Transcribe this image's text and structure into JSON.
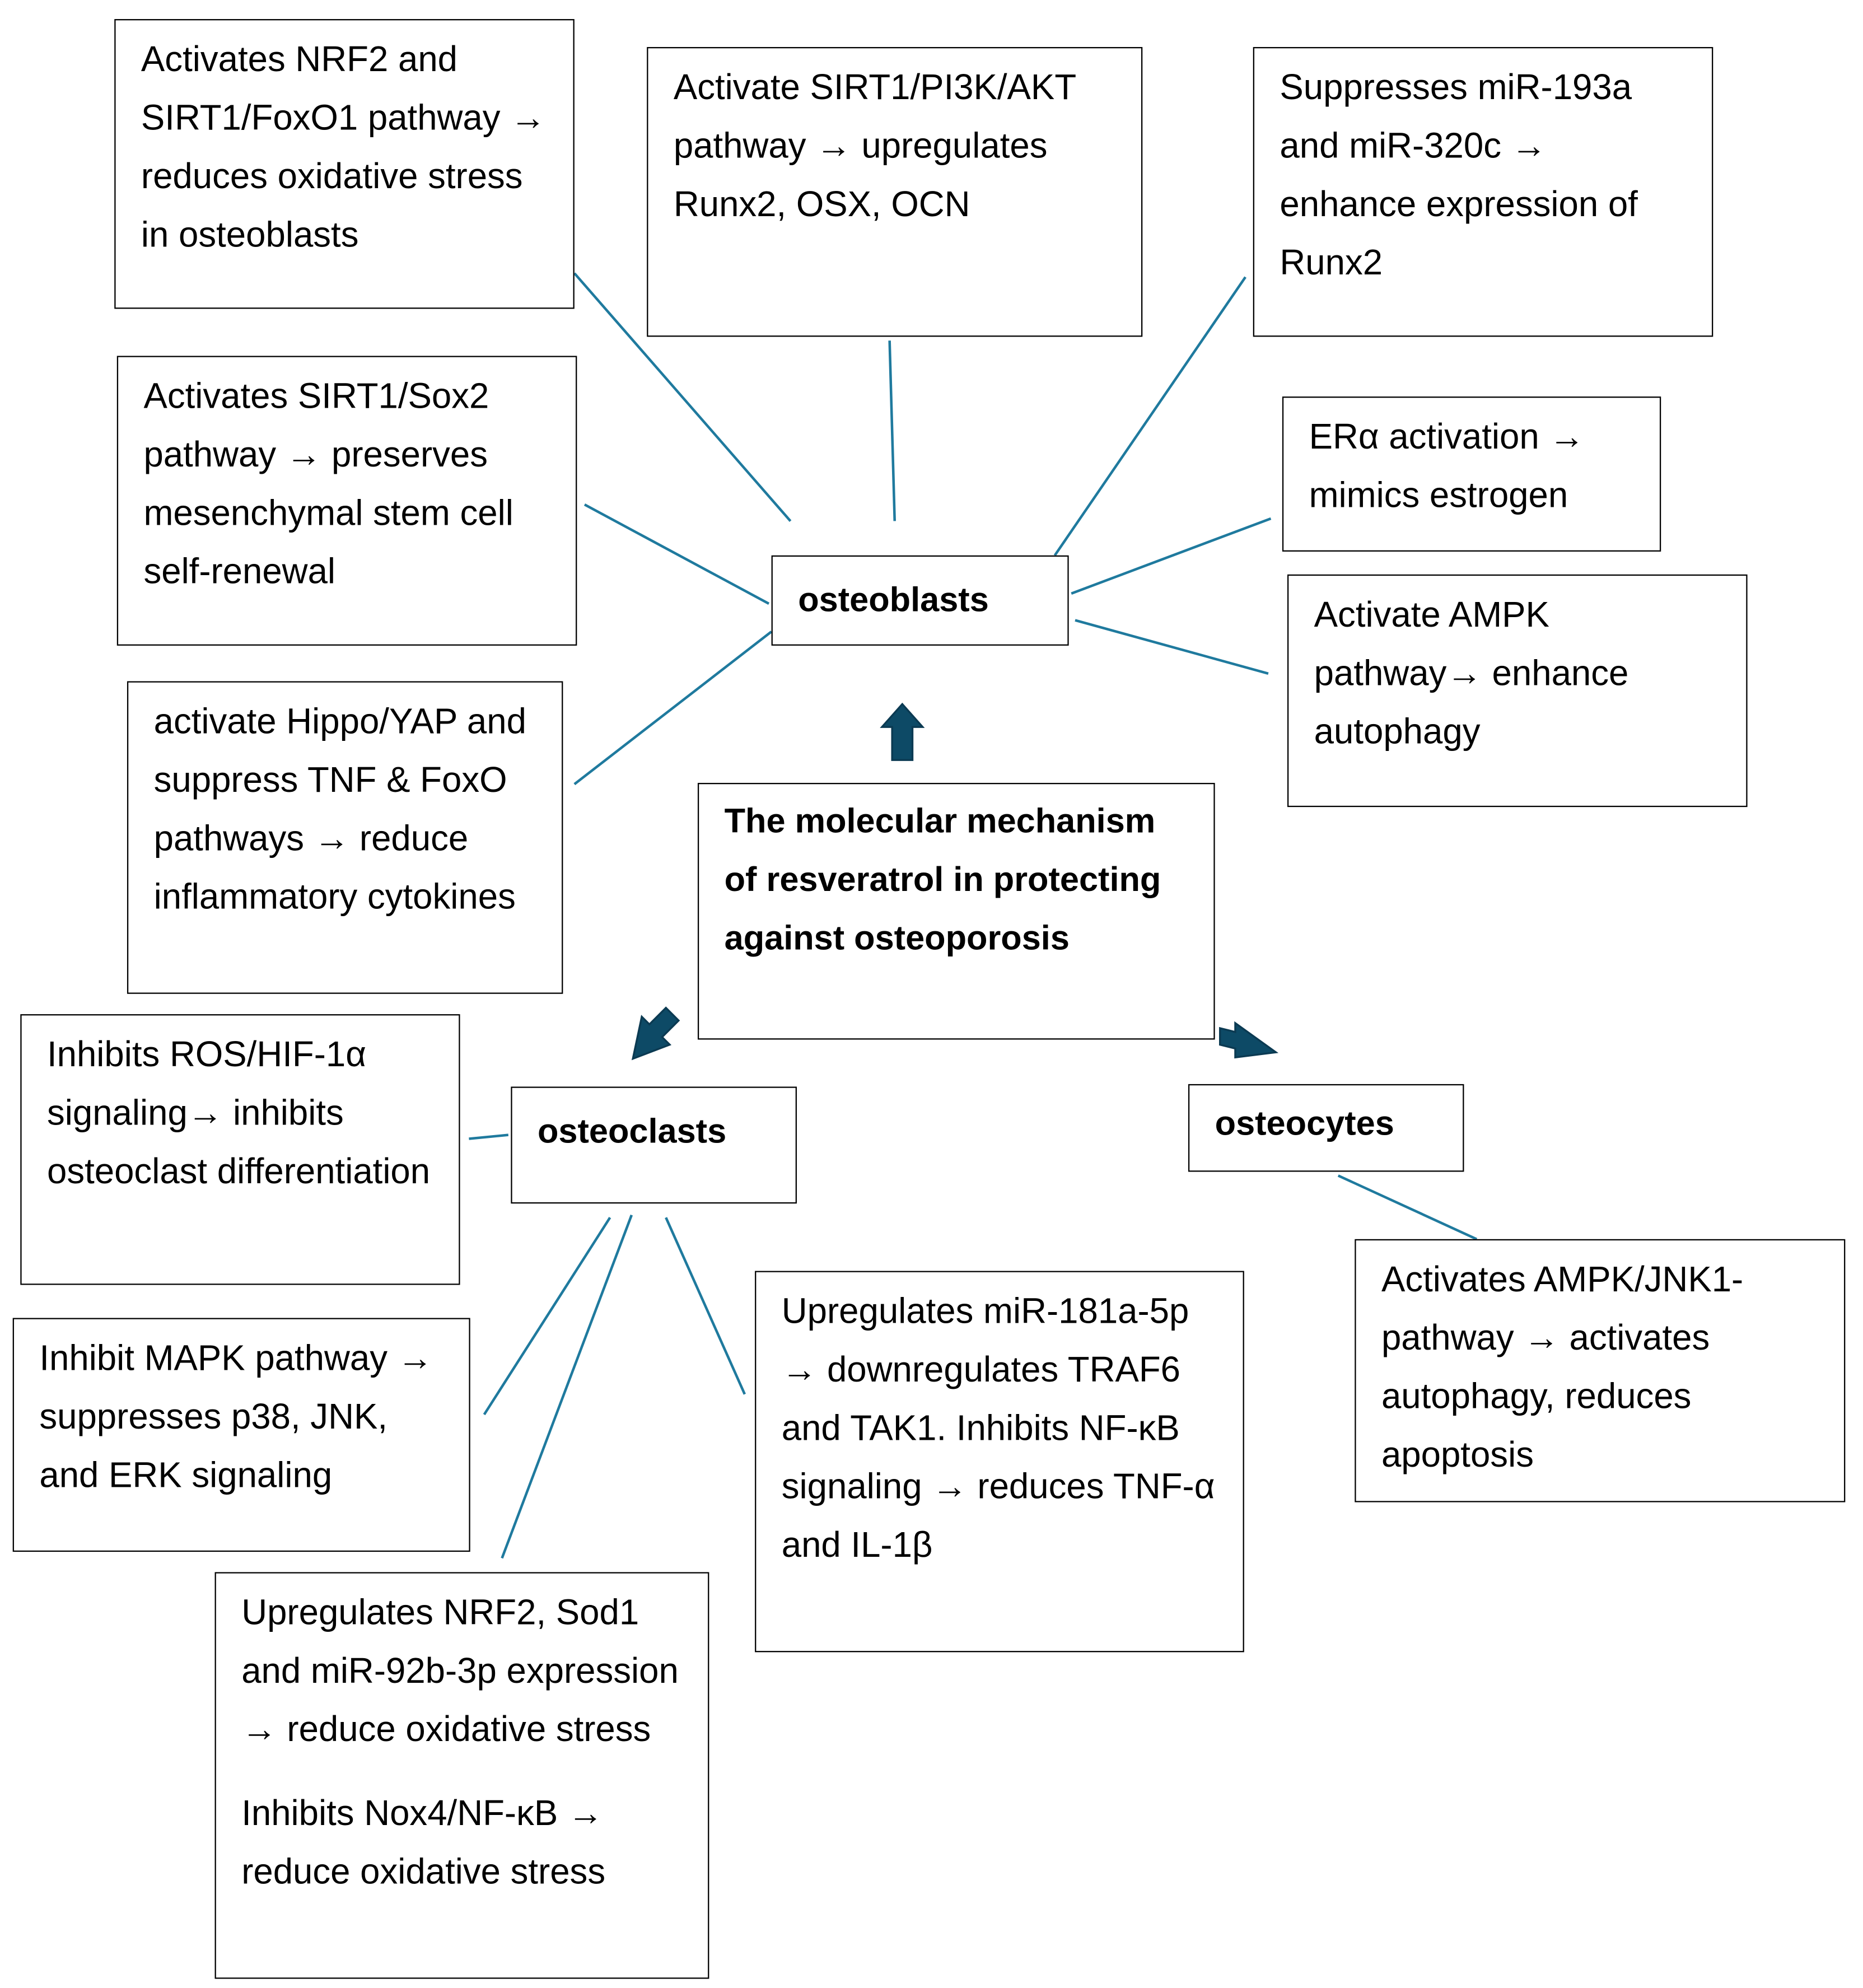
{
  "center": {
    "title": "The molecular mechanism of resveratrol in protecting against osteoporosis"
  },
  "hubs": {
    "osteoblasts": "osteoblasts",
    "osteoclasts": "osteoclasts",
    "osteocytes": "osteocytes"
  },
  "osteoblast_effects": {
    "nrf2_sirt1_foxo1": "Activates NRF2 and SIRT1/FoxO1 pathway → reduces oxidative stress in osteoblasts",
    "sirt1_pi3k_akt": "Activate SIRT1/PI3K/AKT pathway → upregulates Runx2, OSX, OCN",
    "mir193a_mir320c": "Suppresses miR-193a and miR-320c → enhance expression of Runx2",
    "sirt1_sox2": "Activates SIRT1/Sox2 pathway → preserves mesenchymal stem cell self-renewal",
    "er_alpha": "ERα activation → mimics estrogen",
    "ampk_autophagy": "Activate AMPK pathway→ enhance autophagy",
    "hippo_yap": "activate Hippo/YAP and suppress TNF & FoxO pathways → reduce inflammatory cytokines"
  },
  "osteoclast_effects": {
    "ros_hif1a": "Inhibits ROS/HIF-1α signaling→ inhibits osteoclast differentiation",
    "mapk": "Inhibit MAPK pathway → suppresses p38, JNK, and ERK signaling",
    "nrf2_sod1": "Upregulates NRF2, Sod1 and miR-92b-3p expression → reduce oxidative stress",
    "nox4_nfkb": "Inhibits Nox4/NF-κB → reduce oxidative stress",
    "mir181a": "Upregulates miR-181a-5p → downregulates TRAF6 and TAK1. Inhibits NF-κB signaling → reduces TNF-α and IL-1β"
  },
  "osteocyte_effects": {
    "ampk_jnk1": "Activates AMPK/JNK1-pathway → activates autophagy, reduces apoptosis"
  },
  "colors": {
    "connector": "#1f7a9e",
    "arrow": "#0d4a66"
  }
}
